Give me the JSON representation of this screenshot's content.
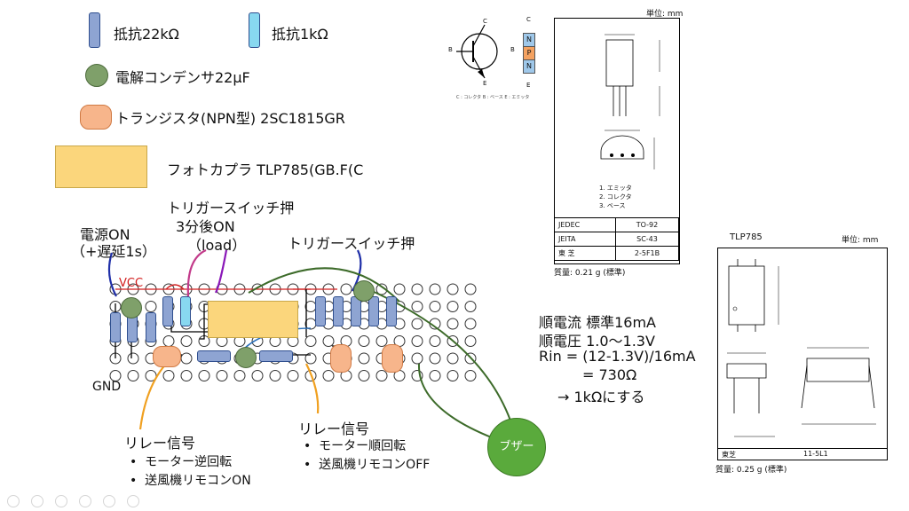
{
  "legend": {
    "r22k": "抵抗22kΩ",
    "r1k": "抵抗1kΩ",
    "cap": "電解コンデンサ22μF",
    "transistor": "トランジスタ(NPN型)  2SC1815GR",
    "photocoupler": "フォトカプラ  TLP785(GB.F(C"
  },
  "board": {
    "power_line1": "電源ON",
    "power_line2": "（+遅延1s）",
    "trig_a_line1": "トリガースイッチ押",
    "trig_a_line2": "3分後ON",
    "trig_a_line3": "（load）",
    "trig_b": "トリガースイッチ押",
    "vcc": "VCC",
    "gnd": "GND",
    "relay_a_title": "リレー信号",
    "relay_a_items": [
      "モーター逆回転",
      "送風機リモコンON"
    ],
    "relay_b_title": "リレー信号",
    "relay_b_items": [
      "モーター順回転",
      "送風機リモコンOFF"
    ],
    "buzzer": "ブザー"
  },
  "calc": {
    "line1": "順電流  標準16mA",
    "line2": "順電圧  1.0～1.3V",
    "line3": "Rin = (12-1.3V)/16mA",
    "line4": "= 730Ω",
    "line5": "→ 1kΩにする"
  },
  "symbol": {
    "c": "C",
    "b": "B",
    "e": "E",
    "n1": "N",
    "p": "P",
    "n2": "N",
    "caption": "C : コレクタ  B : ベース  E : エミッタ"
  },
  "to92": {
    "unit": "単位: mm",
    "pins": [
      "1.  エミッタ",
      "2.  コレクタ",
      "3.  ベース"
    ],
    "table": [
      [
        "JEDEC",
        "TO-92"
      ],
      [
        "JEITA",
        "SC-43"
      ],
      [
        "東  芝",
        "2-5F1B"
      ]
    ],
    "mass": "質量: 0.21 g (標準)"
  },
  "tlp785": {
    "title": "TLP785",
    "unit": "単位: mm",
    "maker": "東芝",
    "code": "11-5L1",
    "mass": "質量:   0.25 g (標準)"
  },
  "colors": {
    "r22k": "#8ea4d2",
    "r1k": "#88d8f0",
    "cap": "#7fa06a",
    "transistor": "#f7b58b",
    "photocoupler": "#fbd67c",
    "buzzer": "#5aaa3c",
    "wire_blue": "#1f2fa8",
    "wire_purple": "#8a18b8",
    "wire_orange": "#f0a020",
    "wire_green": "#3d6b2a",
    "vcc_red": "#d21e1e"
  }
}
